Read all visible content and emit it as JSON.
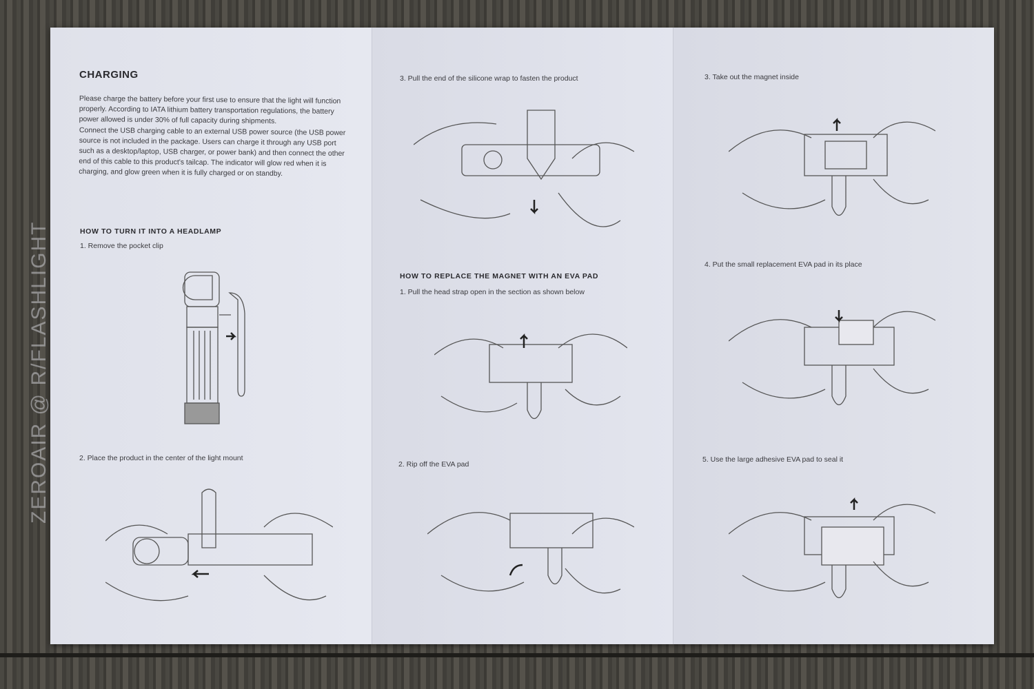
{
  "watermark": "ZEROAIR @ R/FLASHLIGHT",
  "panel1": {
    "charging_title": "CHARGING",
    "charging_p1": "Please charge the battery before your first use to ensure that the light will function properly. According to IATA lithium battery transportation regulations, the battery power allowed is under 30% of full capacity during shipments.",
    "charging_p2": "Connect the USB charging cable to an external USB power source (the USB power source is not included in the package. Users can charge it through any USB port such as a desktop/laptop, USB charger, or power bank) and then connect the other end of this cable to this product's tailcap. The indicator will glow red when it is charging, and glow green when it is fully charged or on standby.",
    "headlamp_title": "HOW TO TURN IT INTO A HEADLAMP",
    "step1": "1. Remove the pocket clip",
    "step2": "2. Place the product in the center of the light mount"
  },
  "panel2": {
    "step3": "3. Pull the end of the silicone wrap to fasten the product",
    "magnet_title": "HOW TO REPLACE THE MAGNET WITH AN EVA PAD",
    "step1": "1. Pull the head strap open in the section as shown below",
    "step2": "2. Rip off the EVA pad"
  },
  "panel3": {
    "step3": "3. Take out the magnet inside",
    "step4": "4. Put the small replacement EVA pad in its place",
    "step5": "5. Use the large adhesive EVA pad to seal it"
  }
}
